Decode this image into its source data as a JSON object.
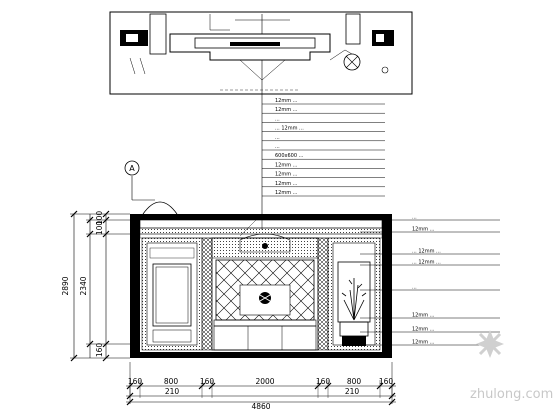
{
  "top_notes": [
    "12mm ...",
    "12mm ...",
    "...",
    "... 12mm ...",
    "...",
    "...",
    "600x600 ...",
    "12mm ...",
    "12mm ...",
    "12mm ...",
    "12mm ..."
  ],
  "right_notes": [
    "...",
    "12mm ...",
    "... 12mm ...",
    "... 12mm ...",
    "...",
    "12mm ...",
    "12mm ...",
    "12mm ..."
  ],
  "elevation_marker": "A",
  "left_dims": {
    "overall": "2890",
    "middle": "2340",
    "top_a": "100",
    "top_b": "100",
    "bottom": "160"
  },
  "bottom_dims_row1": [
    "160",
    "800",
    "160",
    "2000",
    "160",
    "800",
    "160"
  ],
  "bottom_dims_row2": [
    "210",
    "210"
  ],
  "bottom_total": "4860",
  "watermark": {
    "text": "zhulong.com"
  },
  "colors": {
    "line": "#000000",
    "watermark": "#c8c8c8"
  }
}
